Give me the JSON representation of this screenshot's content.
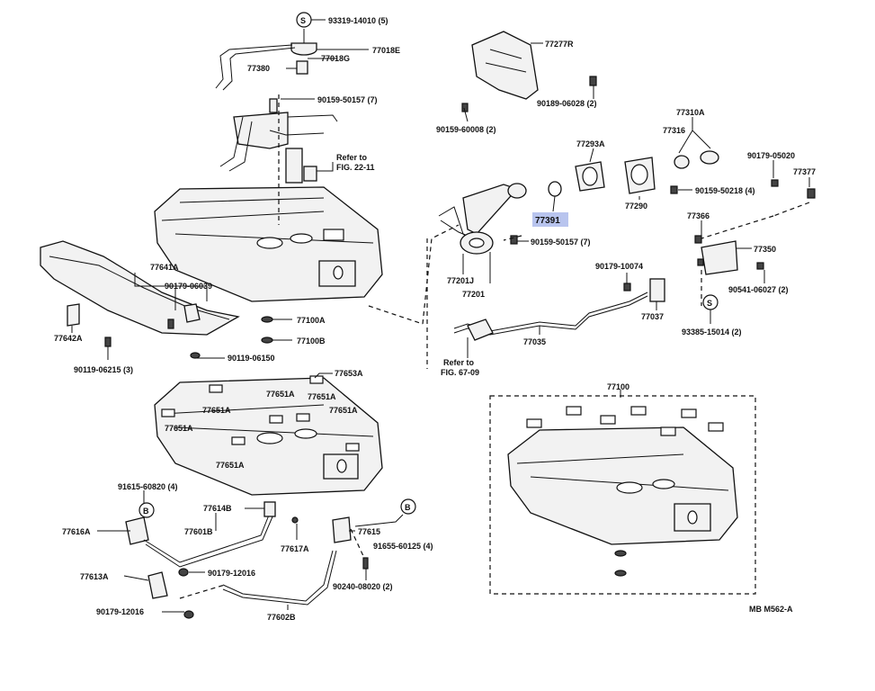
{
  "highlight_color": "#b8c4ee",
  "labels": {
    "p93319": "93319-14010 (5)",
    "p77018e": "77018E",
    "p77018g": "77018G",
    "p77380": "77380",
    "p90159a": "90159-50157 (7)",
    "refer1a": "Refer to",
    "refer1b": "FIG. 22-11",
    "p77277r": "77277R",
    "p90189": "90189-06028 (2)",
    "p90159b": "90159-60008 (2)",
    "p77310a": "77310A",
    "p77316": "77316",
    "p77293a": "77293A",
    "p90179a": "90179-05020",
    "p77377": "77377",
    "p77391": "77391",
    "p77290": "77290",
    "p90159c": "90159-50218 (4)",
    "p77366": "77366",
    "p90159d": "90159-50157 (7)",
    "p77350": "77350",
    "p77201j": "77201J",
    "p77201": "77201",
    "p90179b": "90179-10074",
    "p90541": "90541-06027 (2)",
    "p77037": "77037",
    "p93385": "93385-15014 (2)",
    "p77035": "77035",
    "refer2a": "Refer to",
    "refer2b": "FIG. 67-09",
    "p77641a": "77641A",
    "p90179c": "90179-06039",
    "p77642a": "77642A",
    "p77100a": "77100A",
    "p77100b": "77100B",
    "p90119": "90119-06215 (3)",
    "p90119b": "90119-06150",
    "p77653a": "77653A",
    "p77651a_1": "77651A",
    "p77651a_2": "77651A",
    "p77651a_3": "77651A",
    "p77651a_4": "77651A",
    "p77651a_5": "77651A",
    "p77651a_6": "77651A",
    "p77100": "77100",
    "p91615": "91615-60820 (4)",
    "p77614b": "77614B",
    "p77616a": "77616A",
    "p77601b": "77601B",
    "p77617a": "77617A",
    "p77615": "77615",
    "p91655": "91655-60125 (4)",
    "p77613a": "77613A",
    "p90179d": "90179-12016",
    "p90240": "90240-08020 (2)",
    "p90179e": "90179-12016",
    "p77602b": "77602B",
    "code": "MB  M562-A",
    "mark_s1": "S",
    "mark_s2": "S",
    "mark_b1": "B",
    "mark_b2": "B"
  }
}
